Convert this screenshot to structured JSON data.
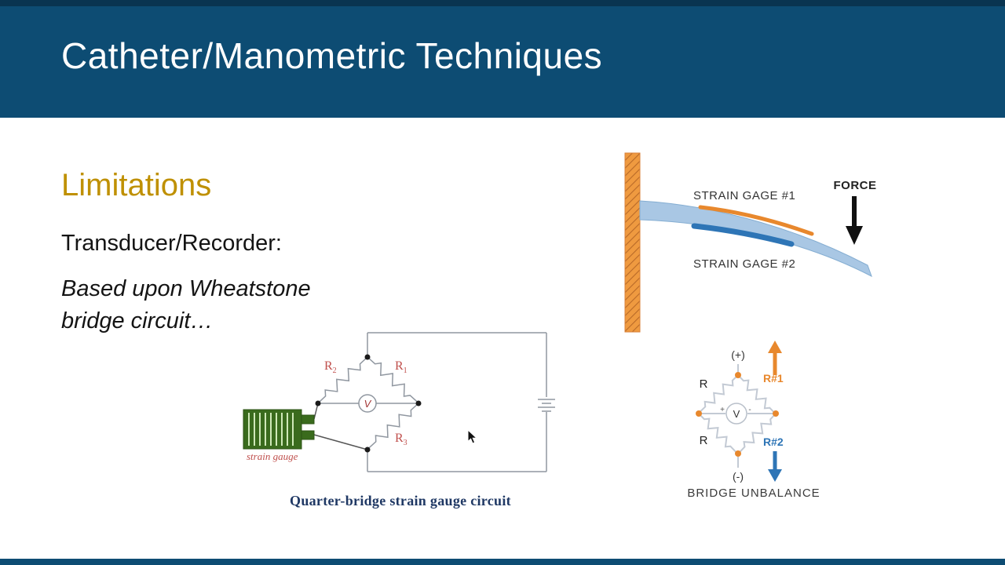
{
  "header": {
    "title": "Catheter/Manometric Techniques"
  },
  "content": {
    "heading": "Limitations",
    "subheading": "Transducer/Recorder:",
    "body": [
      "Based upon Wheatstone",
      "bridge circuit…"
    ]
  },
  "circuit_figure": {
    "caption": "Quarter-bridge strain gauge circuit",
    "strain_gauge_label": "strain gauge",
    "voltmeter_label": "V",
    "r1": {
      "base": "R",
      "sub": "1"
    },
    "r2": {
      "base": "R",
      "sub": "2"
    },
    "r3": {
      "base": "R",
      "sub": "3"
    }
  },
  "beam_figure": {
    "strain_gage_1": "STRAIN GAGE #1",
    "strain_gage_2": "STRAIN GAGE #2",
    "force_label": "FORCE"
  },
  "unbalance_figure": {
    "top_terminal": "(+)",
    "bottom_terminal": "(-)",
    "resistor_left_top": "R",
    "resistor_left_bottom": "R",
    "resistor_right_top": "R#1",
    "resistor_right_bottom": "R#2",
    "voltmeter_label": "V",
    "polarity_plus": "+",
    "polarity_minus": "-",
    "caption": "BRIDGE UNBALANCE"
  },
  "colors": {
    "header_blue": "#0d4c73",
    "accent_gold": "#bf9000",
    "caption_navy": "#1f3864",
    "resistor_red": "#c0504d",
    "beam_blue": "#a9c7e4",
    "gage_orange": "#e8882d",
    "gage_dark_blue": "#2e75b6",
    "strain_gauge_green": "#3a6b1d"
  }
}
